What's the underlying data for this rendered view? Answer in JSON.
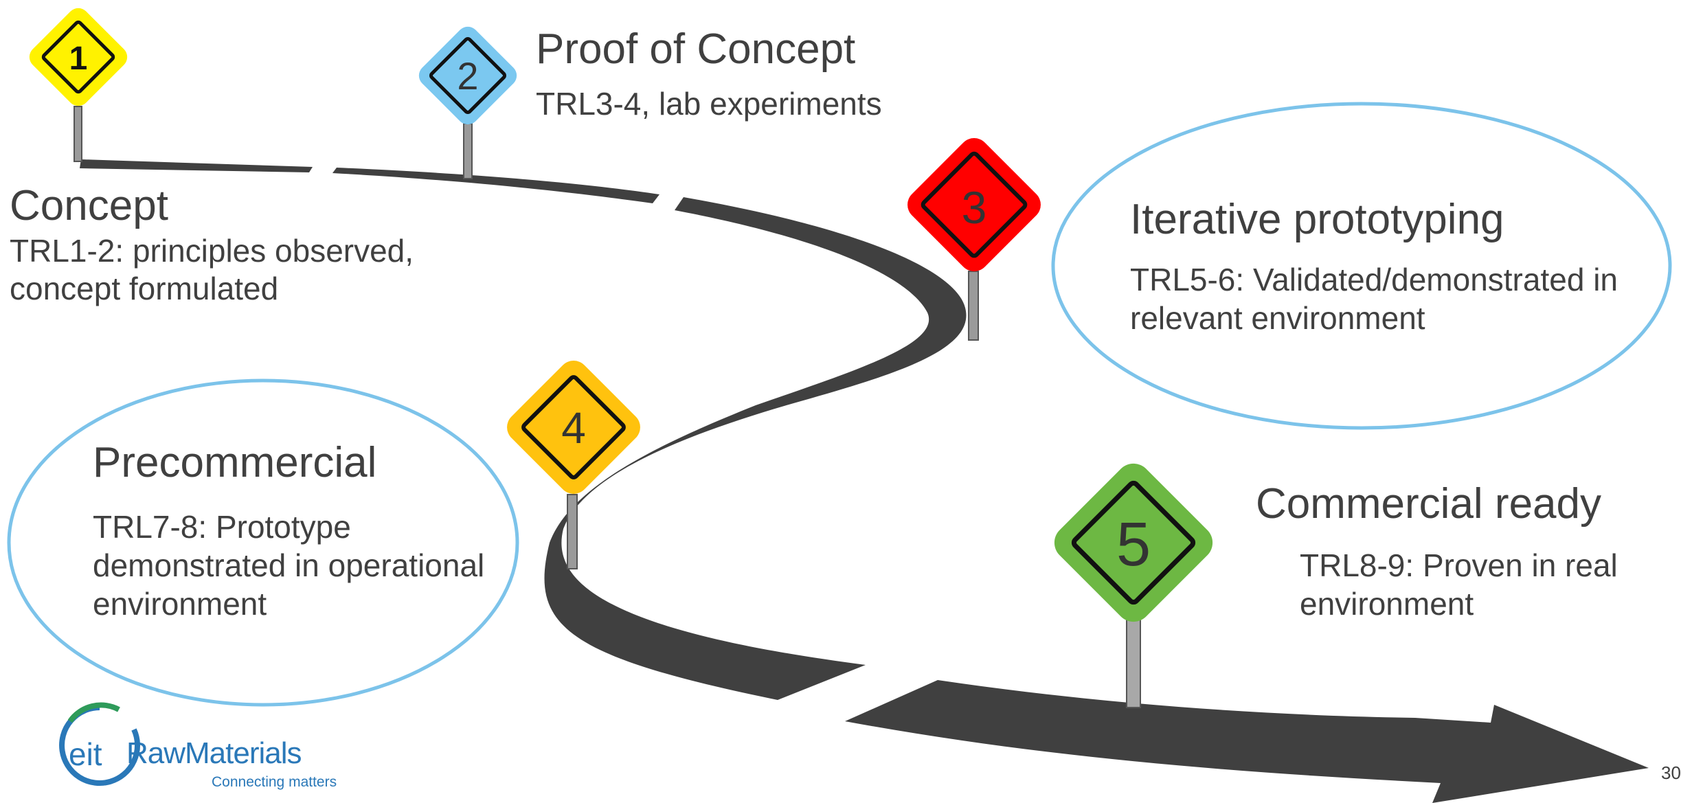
{
  "stages": [
    {
      "number": "1",
      "title": "Concept",
      "lines": [
        "TRL1-2: principles observed,",
        "concept formulated"
      ],
      "color": "#FFF200"
    },
    {
      "number": "2",
      "title": "Proof of Concept",
      "lines": [
        "TRL3-4, lab experiments"
      ],
      "color": "#7BC8F0"
    },
    {
      "number": "3",
      "title": "Iterative prototyping",
      "lines": [
        "TRL5-6: Validated/demonstrated in",
        "relevant  environment"
      ],
      "color": "#FF0000"
    },
    {
      "number": "4",
      "title": "Precommercial",
      "lines": [
        "TRL7-8: Prototype",
        "demonstrated in operational",
        "environment"
      ],
      "color": "#FFC20E"
    },
    {
      "number": "5",
      "title": "Commercial ready",
      "lines": [
        "TRL8-9: Proven in real",
        "environment"
      ],
      "color": "#6DB843"
    }
  ],
  "colors": {
    "road": "#404040",
    "ellipse_stroke": "#7CC3EA",
    "text": "#404040",
    "logo_blue": "#2A78B8",
    "logo_green": "#2E9B5A"
  },
  "logo": {
    "mark_text": "eit",
    "brand": "RawMaterials",
    "tagline": "Connecting matters"
  },
  "page_number": "30"
}
